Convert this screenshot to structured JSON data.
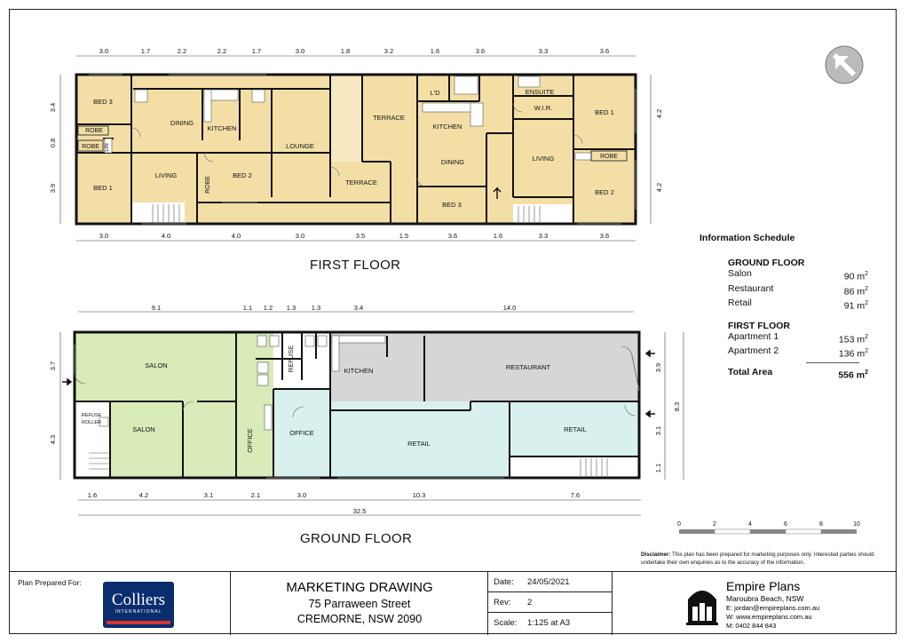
{
  "first_floor": {
    "title": "FIRST FLOOR",
    "top_dims": [
      "3.0",
      "1.7",
      "2.2",
      "2.2",
      "1.7",
      "3.0",
      "1.8",
      "3.2",
      "1.6",
      "3.6",
      "3.3",
      "3.6"
    ],
    "bottom_dims": [
      "3.0",
      "4.0",
      "4.0",
      "3.0",
      "3.5",
      "1.5",
      "3.6",
      "1.6",
      "3.3",
      "3.6"
    ],
    "left_dims": [
      "3.4",
      "0.8",
      "3.9"
    ],
    "right_dims": [
      "4.2",
      "4.2"
    ],
    "rooms": {
      "bed3_l": "BED 3",
      "robe_l1": "ROBE",
      "robe_l2": "ROBE",
      "lin": "LIN",
      "bed1_l": "BED 1",
      "dining_l": "DINING",
      "kitchen_l": "KITCHEN",
      "living_l": "LIVING",
      "robe_l3": "ROBE",
      "bed2_l": "BED 2",
      "lounge": "LOUNGE",
      "terrace_low": "TERRACE",
      "terrace_r": "TERRACE",
      "ld": "L'D",
      "kitchen_r": "KITCHEN",
      "dining_r": "DINING",
      "bed3_r": "BED 3",
      "ensuite": "ENSUITE",
      "wir": "W.I.R.",
      "bed1_r": "BED 1",
      "living_r": "LIVING",
      "robe_r": "ROBE",
      "bed2_r": "BED 2"
    }
  },
  "ground_floor": {
    "title": "GROUND FLOOR",
    "top_dims": [
      "9.1",
      "1.1",
      "1.2",
      "1.3",
      "1.3",
      "3.4",
      "14.0"
    ],
    "bottom_dims": [
      "1.6",
      "4.2",
      "3.1",
      "2.1",
      "3.0",
      "10.3",
      "7.6"
    ],
    "overall": "32.5",
    "left_dims": [
      "3.7",
      "4.3"
    ],
    "right_dims": [
      "3.9",
      "3.1",
      "1.1"
    ],
    "right_overall": "8.3",
    "rooms": {
      "salon_top": "SALON",
      "refuse_roller_1": "REFUSE",
      "refuse_roller_2": "ROLLER",
      "salon_bottom": "SALON",
      "office_v": "OFFICE",
      "refuse_v": "REFUSE",
      "kitchen": "KITCHEN",
      "restaurant": "RESTAURANT",
      "office": "OFFICE",
      "retail_1": "RETAIL",
      "retail_2": "RETAIL"
    }
  },
  "schedule": {
    "title": "Information Schedule",
    "ground_heading": "GROUND FLOOR",
    "ground_items": [
      {
        "name": "Salon",
        "value": "90 m",
        "sup": "2"
      },
      {
        "name": "Restaurant",
        "value": "86 m",
        "sup": "2"
      },
      {
        "name": "Retail",
        "value": "91 m",
        "sup": "2"
      }
    ],
    "first_heading": "FIRST FLOOR",
    "first_items": [
      {
        "name": "Apartment 1",
        "value": "153 m",
        "sup": "2"
      },
      {
        "name": "Apartment 2",
        "value": "136 m",
        "sup": "2"
      }
    ],
    "total_label": "Total Area",
    "total_value": "556 m",
    "total_sup": "2"
  },
  "scale_bar": {
    "ticks": [
      "0",
      "2",
      "4",
      "6",
      "8",
      "10"
    ]
  },
  "disclaimer": {
    "lead": "Disclaimer:",
    "text": "This plan has been prepared for marketing purposes only. Interested parties should undertake their own enquiries as to the accuracy of the information."
  },
  "title_block": {
    "prepared_for": "Plan Prepared For:",
    "logo_main": "Colliers",
    "logo_sub": "INTERNATIONAL",
    "drawing_title": "MARKETING DRAWING",
    "address_1": "75 Parraween Street",
    "address_2": "CREMORNE, NSW 2090",
    "date_label": "Date:",
    "date_value": "24/05/2021",
    "rev_label": "Rev:",
    "rev_value": "2",
    "scale_label": "Scale:",
    "scale_value": "1:125 at A3",
    "company": "Empire Plans",
    "company_loc": "Maroubra Beach, NSW",
    "email": "E: jordan@empireplans.com.au",
    "web": "W: www.empireplans.com.au",
    "mobile": "M: 0402 844 843"
  },
  "colors": {
    "apartment": "#f3dfa6",
    "salon": "#d8ebb8",
    "restaurant": "#d6d6d6",
    "retail": "#d8f1ef",
    "wall": "#111111",
    "brand": "#0a2d6e"
  },
  "icons": [
    "north-arrow-icon",
    "entry-arrow-icon",
    "empire-plans-logo-icon"
  ]
}
